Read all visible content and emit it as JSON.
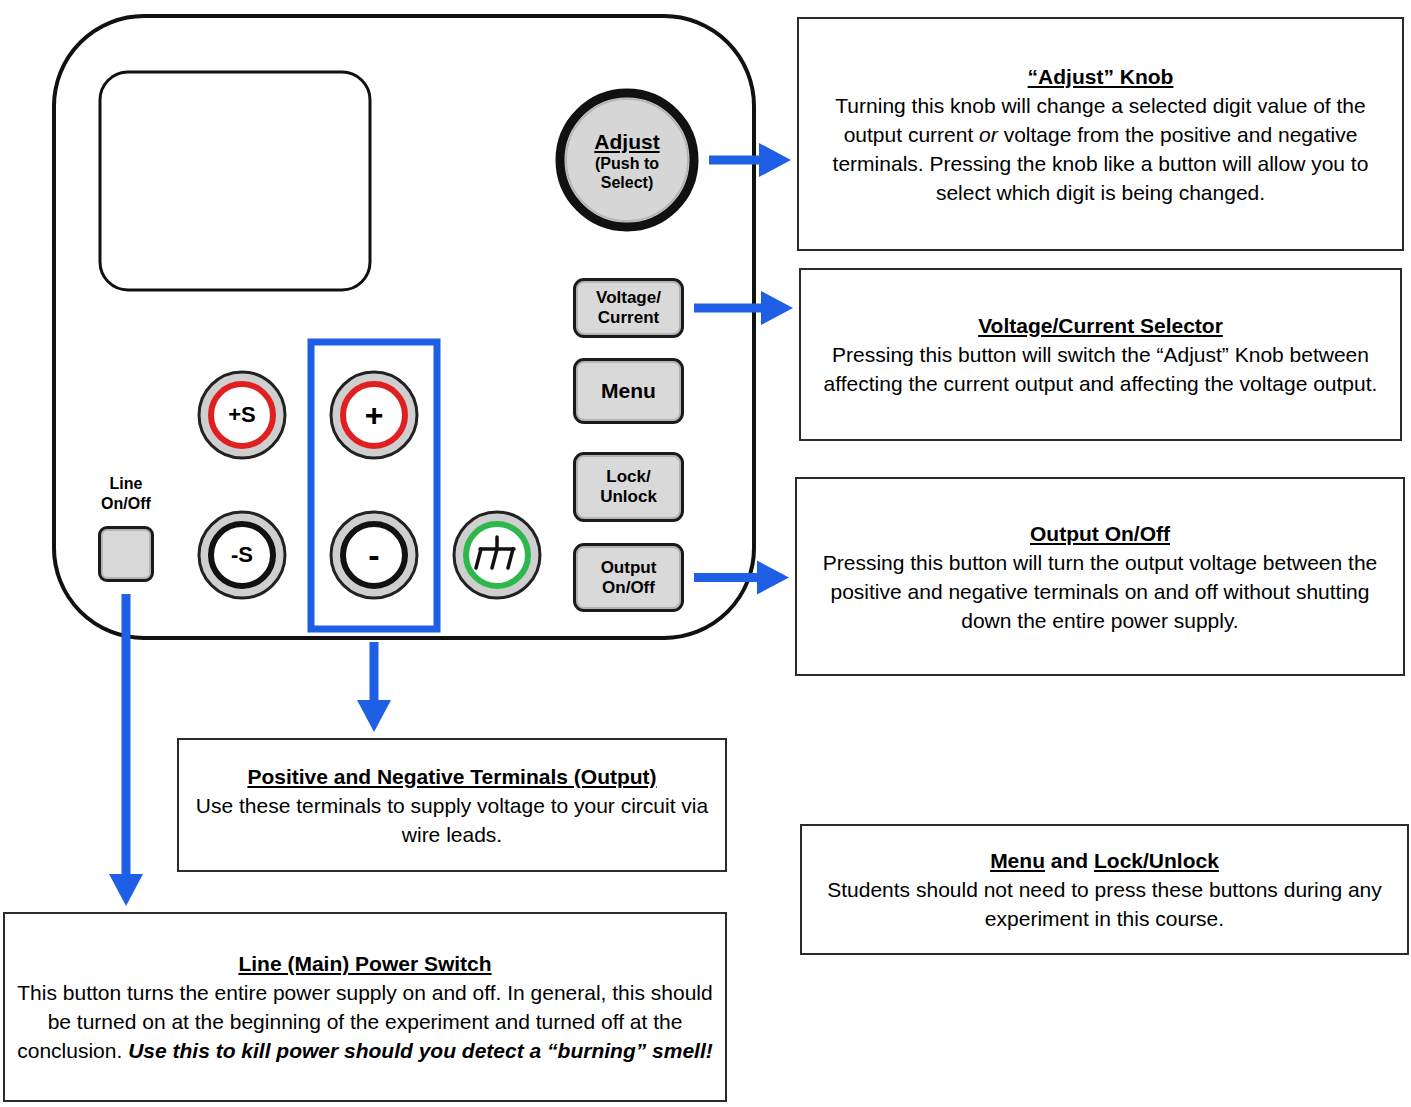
{
  "diagram": {
    "nodes": [
      {
        "text": [
          "Adjust",
          "(Push to Select)"
        ]
      },
      {
        "text": [
          "“Adjust” Knob",
          "Turning this knob will change a selected digit value of the output current",
          "or",
          "voltage from the positive and negative terminals. Pressing the knob like a button will allow you to select which digit is being changed."
        ]
      },
      {
        "text": [
          "Voltage/ Current"
        ]
      },
      {
        "text": [
          "Voltage/Current Selector",
          "Pressing this button will switch the “Adjust” Knob between affecting the current output and affecting the voltage output."
        ]
      },
      {
        "text": [
          "Menu"
        ]
      },
      {
        "text": [
          "+S"
        ]
      },
      {
        "text": [
          "+"
        ]
      },
      {
        "text": [
          "Lock/ Unlock"
        ]
      },
      {
        "text": [
          "Line On/Off"
        ]
      },
      {
        "text": [
          "-S"
        ]
      },
      {
        "text": [
          "-"
        ]
      },
      {
        "text": [
          "Output On/Off"
        ]
      },
      {
        "text": [
          "Output On/Off",
          "Pressing this button will turn the output voltage between the positive and negative terminals on and off without shutting down the entire power supply."
        ]
      },
      {
        "text": [
          "Positive and Negative Terminals (Output)",
          "Use these terminals to supply voltage to your circuit via wire leads."
        ]
      },
      {
        "text": [
          "Menu",
          "and",
          "Lock/Unlock",
          "Students should not need to press these buttons during any experiment in this course."
        ]
      },
      {
        "text": [
          "Line (Main) Power Switch",
          "This button turns the entire power supply on and off. In general, this should be turned on at the beginning of the experiment and turned off at the conclusion.",
          "Use this to kill power should you detect a “burning” smell!"
        ]
      }
    ],
    "edges": [
      {
        "from": 0,
        "to": 1,
        "arrow": "to"
      },
      {
        "from": 2,
        "to": 3,
        "arrow": "to"
      },
      {
        "from": 11,
        "to": 12,
        "arrow": "to"
      },
      {
        "from": 10,
        "to": 13,
        "arrow": "to"
      },
      {
        "from": 8,
        "to": 15,
        "arrow": "to"
      }
    ]
  }
}
